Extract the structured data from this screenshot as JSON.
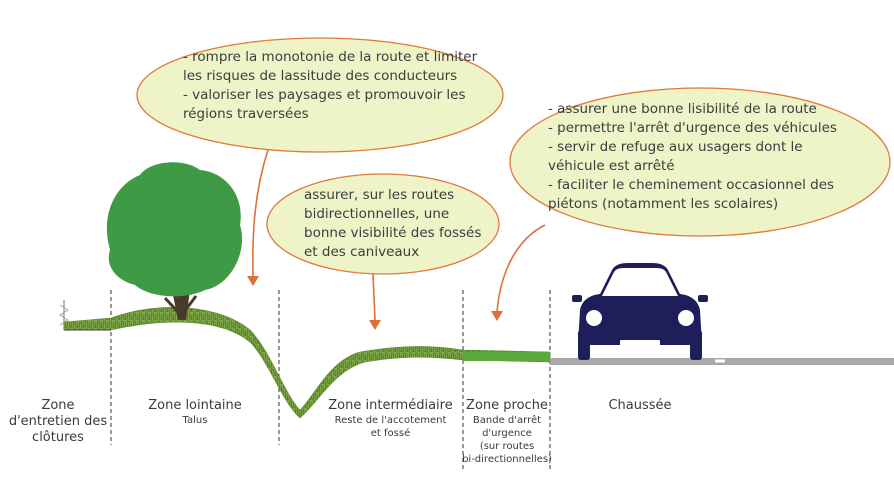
{
  "bubbles": {
    "top": {
      "lines": [
        "- rompre la monotonie de la route et limiter",
        "les risques de lassitude des conducteurs",
        "- valoriser les paysages et promouvoir les",
        "régions traversées"
      ]
    },
    "middle": {
      "lines": [
        "assurer, sur les routes",
        "bidirectionnelles, une",
        "bonne visibilité des fossés",
        "et des caniveaux"
      ]
    },
    "right": {
      "lines": [
        "- assurer une bonne lisibilité de la route",
        "- permettre l'arrêt d'urgence des véhicules",
        "- servir de refuge aux usagers dont le",
        "véhicule est arrêté",
        "- faciliter le cheminement occasionnel des",
        "piétons (notamment les scolaires)"
      ]
    }
  },
  "zones": [
    {
      "name": "Zone d'entretien des clôtures",
      "sub": ""
    },
    {
      "name": "Zone lointaine",
      "sub": "Talus"
    },
    {
      "name": "Zone intermédiaire",
      "sub": "Reste de l'accotement\net fossé"
    },
    {
      "name": "Zone proche",
      "sub": "Bande d'arrêt\nd'urgence\n(sur routes\nbi-directionnelles)"
    },
    {
      "name": "Chaussée",
      "sub": ""
    }
  ],
  "colors": {
    "bubble_fill": "#eef3c8",
    "bubble_stroke": "#e07a3a",
    "arrow": "#e0703a",
    "grass": "#6f9a3e",
    "grass_dark": "#4e7a2a",
    "tree": "#3f9a45",
    "trunk": "#4a3a2a",
    "car": "#1e1f5a",
    "road": "#a8a8a8"
  }
}
